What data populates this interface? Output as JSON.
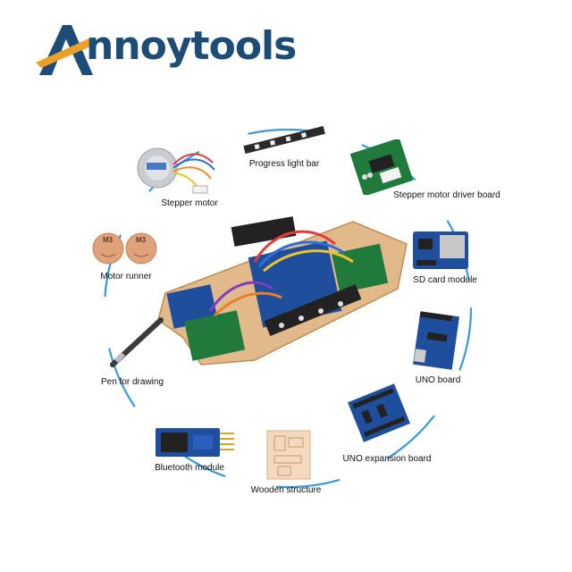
{
  "brand": {
    "name": "Annoytools",
    "logo_text_visible": "nnoytools"
  },
  "colors": {
    "ring": "#3a9ad9",
    "logo_blue": "#1d4d76",
    "logo_orange": "#e9a12a",
    "pcb_blue": "#1f4e9c",
    "pcb_green": "#1f7a3c",
    "wood": "#e2b98b"
  },
  "components": [
    {
      "id": "progress-light-bar",
      "label": "Progress light bar"
    },
    {
      "id": "stepper-motor-driver-board",
      "label": "Stepper motor driver board"
    },
    {
      "id": "sd-card-module",
      "label": "SD card module"
    },
    {
      "id": "uno-board",
      "label": "UNO board"
    },
    {
      "id": "uno-expansion-board",
      "label": "UNO expansion board"
    },
    {
      "id": "wooden-structure",
      "label": "Wooden structure"
    },
    {
      "id": "bluetooth-module",
      "label": "Bluetooth module"
    },
    {
      "id": "pen-for-drawing",
      "label": "Pen for drawing"
    },
    {
      "id": "motor-runner",
      "label": "Motor runner"
    },
    {
      "id": "stepper-motor",
      "label": "Stepper motor"
    }
  ],
  "motor_runner_marks": [
    "M3",
    "M3"
  ]
}
